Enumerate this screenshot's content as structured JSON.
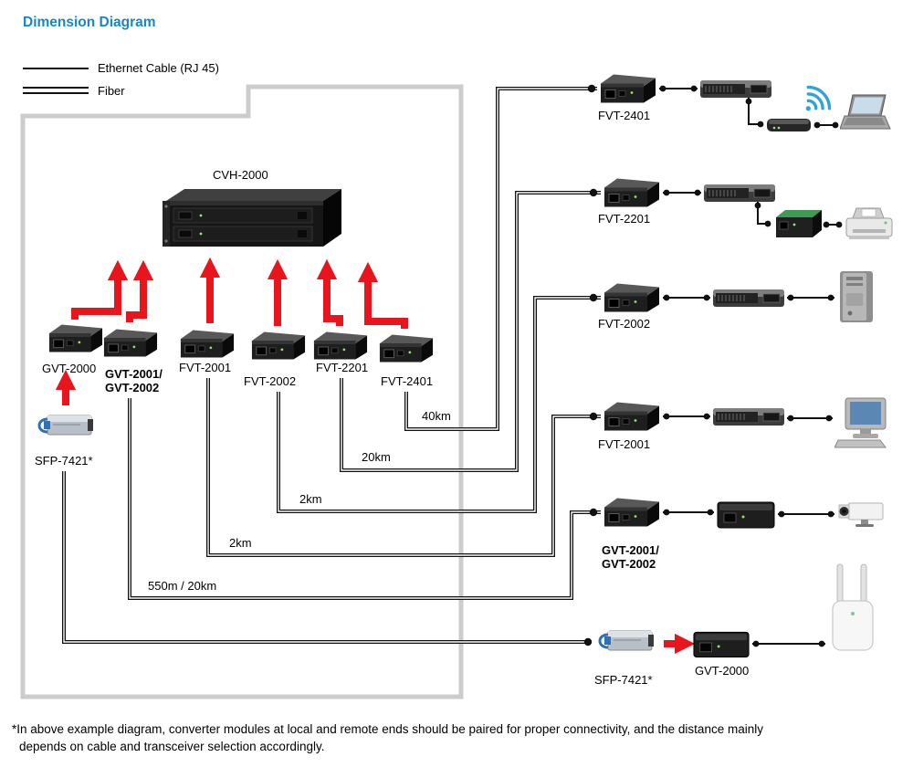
{
  "title": "Dimension Diagram",
  "legend": {
    "ethernet_label": "Ethernet Cable (RJ 45)",
    "fiber_label": "Fiber"
  },
  "colors": {
    "title_blue": "#1787c9",
    "arrow_red": "#e8151c",
    "wifi_blue": "#2ea3dc",
    "frame_gray": "#cccccc"
  },
  "chassis": {
    "label": "CVH-2000"
  },
  "local": {
    "gvt2000": "GVT-2000",
    "gvt2001_line1": "GVT-2001/",
    "gvt2001_line2": "GVT-2002",
    "fvt2001": "FVT-2001",
    "fvt2002": "FVT-2002",
    "fvt2201": "FVT-2201",
    "fvt2401": "FVT-2401",
    "sfp": "SFP-7421*"
  },
  "distances": {
    "d2401": "40km",
    "d2201": "20km",
    "d2002": "2km",
    "d2001": "2km",
    "dgvt": "550m / 20km"
  },
  "remote": {
    "row1": "FVT-2401",
    "row2": "FVT-2201",
    "row3": "FVT-2002",
    "row4": "FVT-2001",
    "row5_line1": "GVT-2001/",
    "row5_line2": "GVT-2002",
    "row6_sfp": "SFP-7421*",
    "row6_gvt": "GVT-2000"
  },
  "footnote": {
    "line1": "*In above example diagram, converter modules at local and remote ends should be paired for proper connectivity, and the distance mainly",
    "line2": "depends on cable and transceiver selection accordingly."
  }
}
